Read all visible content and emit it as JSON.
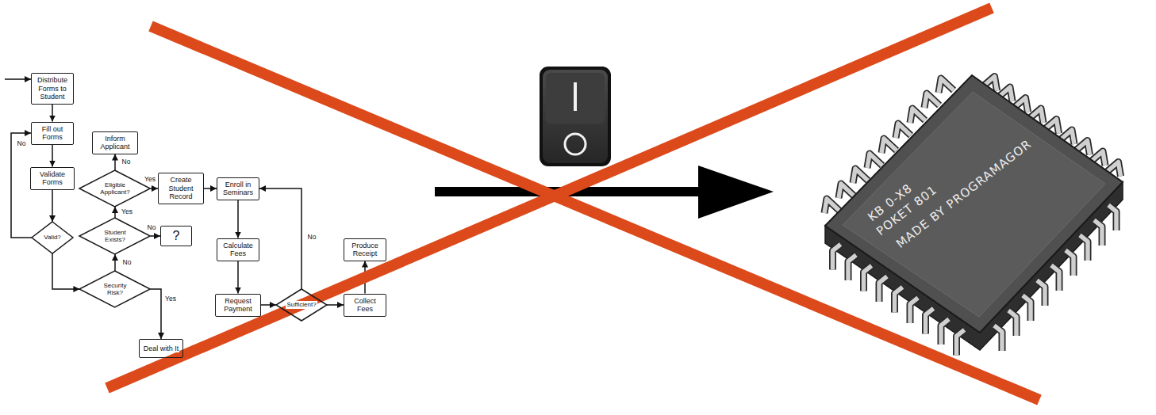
{
  "diagram": {
    "nodes": [
      {
        "text": [
          "Distribute Forms to Student"
        ]
      },
      {
        "text": [
          "Fill out Forms"
        ]
      },
      {
        "text": [
          "Validate Forms"
        ]
      },
      {
        "text": [
          "Valid?"
        ]
      },
      {
        "text": [
          "Security Risk?"
        ]
      },
      {
        "text": [
          "Student Exists?"
        ]
      },
      {
        "text": [
          "?"
        ]
      },
      {
        "text": [
          "Eligible Applicant?"
        ]
      },
      {
        "text": [
          "Inform Applicant"
        ]
      },
      {
        "text": [
          "Create Student Record"
        ]
      },
      {
        "text": [
          "Enroll in Seminars"
        ]
      },
      {
        "text": [
          "Calculate Fees"
        ]
      },
      {
        "text": [
          "Request Payment"
        ]
      },
      {
        "text": [
          "Sufficient?"
        ]
      },
      {
        "text": [
          "Collect Fees"
        ]
      },
      {
        "text": [
          "Produce Receipt"
        ]
      },
      {
        "text": [
          "Deal with It"
        ]
      }
    ],
    "edges": [
      {
        "from": 0,
        "to": 1,
        "arrow": "to"
      },
      {
        "from": 1,
        "to": 2,
        "arrow": "to"
      },
      {
        "from": 2,
        "to": 3,
        "arrow": "to"
      },
      {
        "from": 3,
        "to": 1,
        "label": "No",
        "arrow": "to"
      },
      {
        "from": 3,
        "to": 4,
        "arrow": "to"
      },
      {
        "from": 4,
        "to": 16,
        "label": "Yes",
        "arrow": "to"
      },
      {
        "from": 4,
        "to": 5,
        "label": "No",
        "arrow": "to"
      },
      {
        "from": 5,
        "to": 6,
        "label": "No",
        "arrow": "to"
      },
      {
        "from": 5,
        "to": 7,
        "label": "Yes",
        "arrow": "to"
      },
      {
        "from": 7,
        "to": 8,
        "label": "No",
        "arrow": "to"
      },
      {
        "from": 7,
        "to": 9,
        "label": "Yes",
        "arrow": "to"
      },
      {
        "from": 9,
        "to": 10,
        "arrow": "to"
      },
      {
        "from": 10,
        "to": 11,
        "arrow": "to"
      },
      {
        "from": 11,
        "to": 12,
        "arrow": "to"
      },
      {
        "from": 12,
        "to": 13,
        "arrow": "to"
      },
      {
        "from": 13,
        "to": 10,
        "label": "No",
        "arrow": "to"
      },
      {
        "from": 13,
        "to": 14,
        "arrow": "to"
      },
      {
        "from": 14,
        "to": 15,
        "arrow": "to"
      }
    ],
    "labels": [
      "KB 0-X8",
      "POKET 801",
      "MADE BY PROGRAMAGOR"
    ]
  }
}
